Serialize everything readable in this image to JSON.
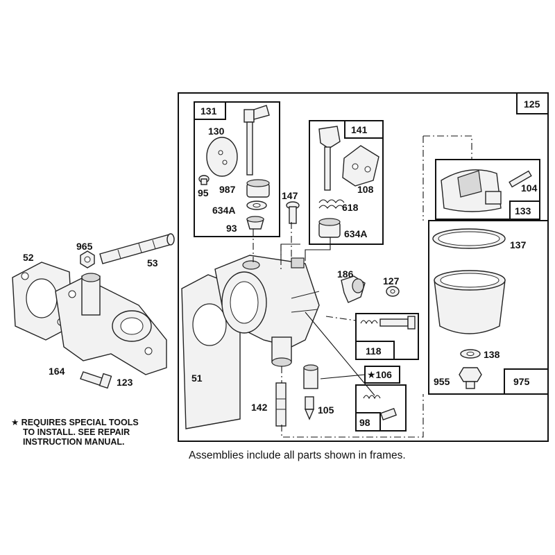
{
  "labels": {
    "p52": "52",
    "p965": "965",
    "p53": "53",
    "p164": "164",
    "p123": "123",
    "p51": "51",
    "p142": "142",
    "p105": "105",
    "p130": "130",
    "p95": "95",
    "p987": "987",
    "p634a_1": "634A",
    "p93": "93",
    "p147": "147",
    "p618": "618",
    "p634a_2": "634A",
    "p108": "108",
    "p186": "186",
    "p127": "127",
    "p104": "104",
    "p137": "137",
    "p138": "138",
    "p955": "955"
  },
  "boxes": {
    "b125": "125",
    "b131": "131",
    "b141": "141",
    "b133": "133",
    "b118": "118",
    "b106": "★106",
    "b98": "98",
    "b975": "975"
  },
  "note": {
    "line1": "★ REQUIRES SPECIAL TOOLS",
    "line2": "TO INSTALL.  SEE REPAIR",
    "line3": "INSTRUCTION MANUAL."
  },
  "caption": "Assemblies include all parts shown in frames."
}
